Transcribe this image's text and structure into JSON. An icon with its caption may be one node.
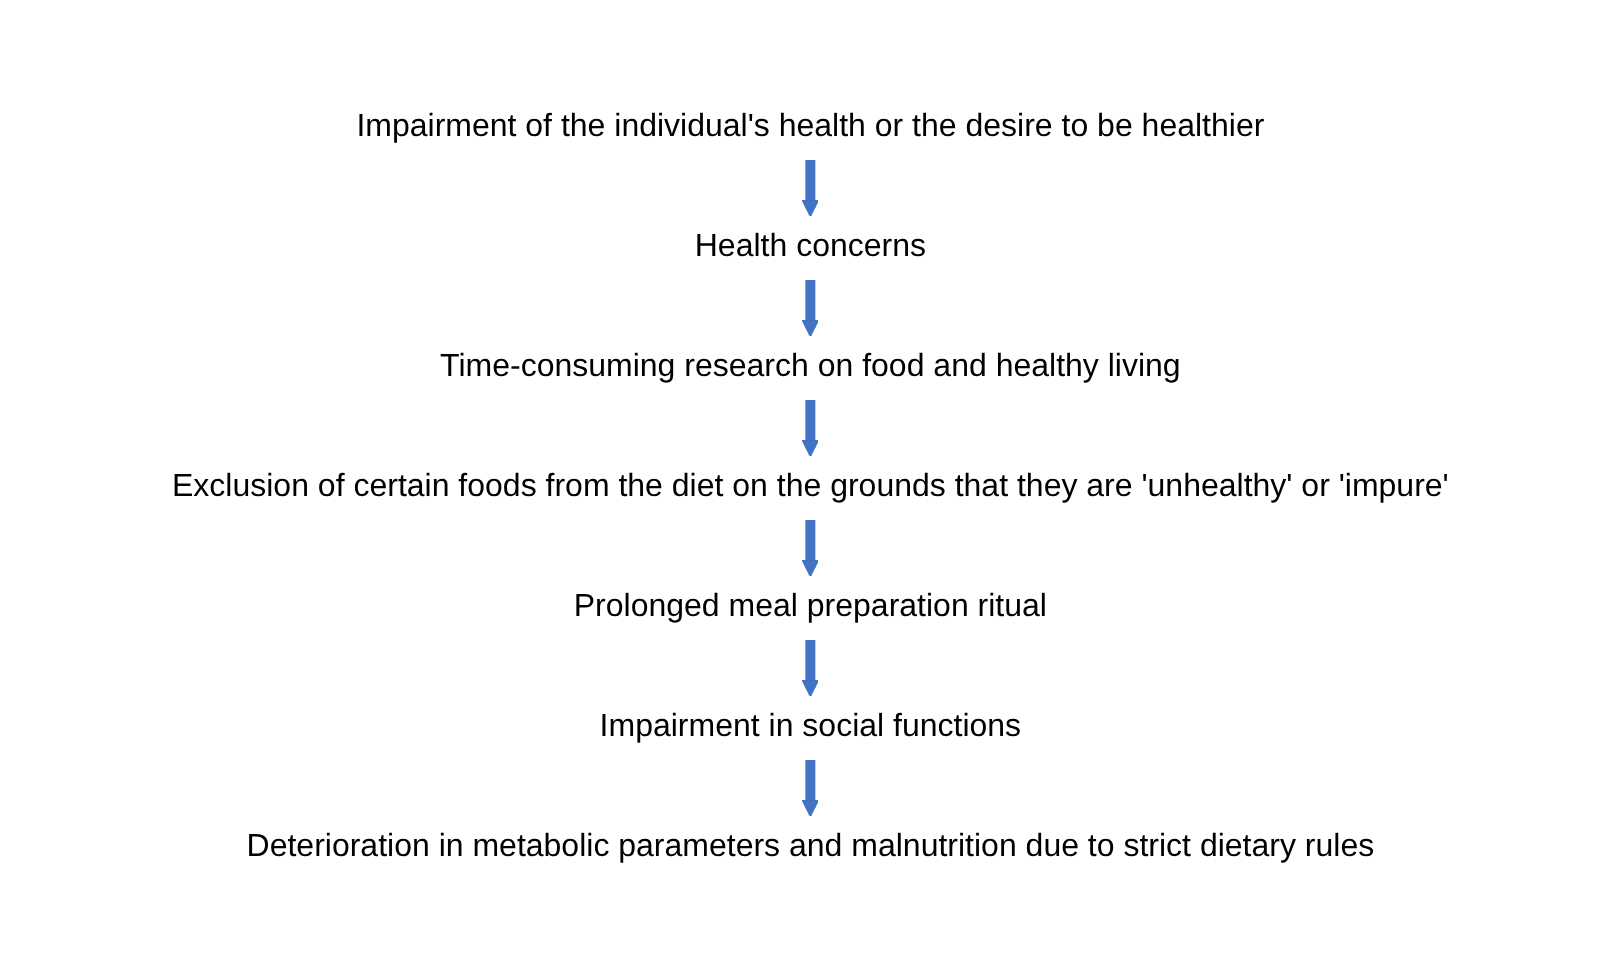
{
  "diagram": {
    "nodes": [
      {
        "text": [
          "Impairment of the individual's health or the desire to be healthier"
        ]
      },
      {
        "text": [
          "Health concerns"
        ]
      },
      {
        "text": [
          "Time-consuming research on food and healthy living"
        ]
      },
      {
        "text": [
          "Exclusion of certain foods from the diet on the grounds that they are 'unhealthy' or 'impure'"
        ]
      },
      {
        "text": [
          "Prolonged meal preparation ritual"
        ]
      },
      {
        "text": [
          "Impairment in social functions"
        ]
      },
      {
        "text": [
          "Deterioration in metabolic parameters and malnutrition due to strict dietary rules"
        ]
      }
    ],
    "edges": [
      {
        "from": 0,
        "to": 1,
        "arrow": "to"
      },
      {
        "from": 1,
        "to": 2,
        "arrow": "to"
      },
      {
        "from": 2,
        "to": 3,
        "arrow": "to"
      },
      {
        "from": 3,
        "to": 4,
        "arrow": "to"
      },
      {
        "from": 4,
        "to": 5,
        "arrow": "to"
      },
      {
        "from": 5,
        "to": 6,
        "arrow": "to"
      }
    ]
  }
}
